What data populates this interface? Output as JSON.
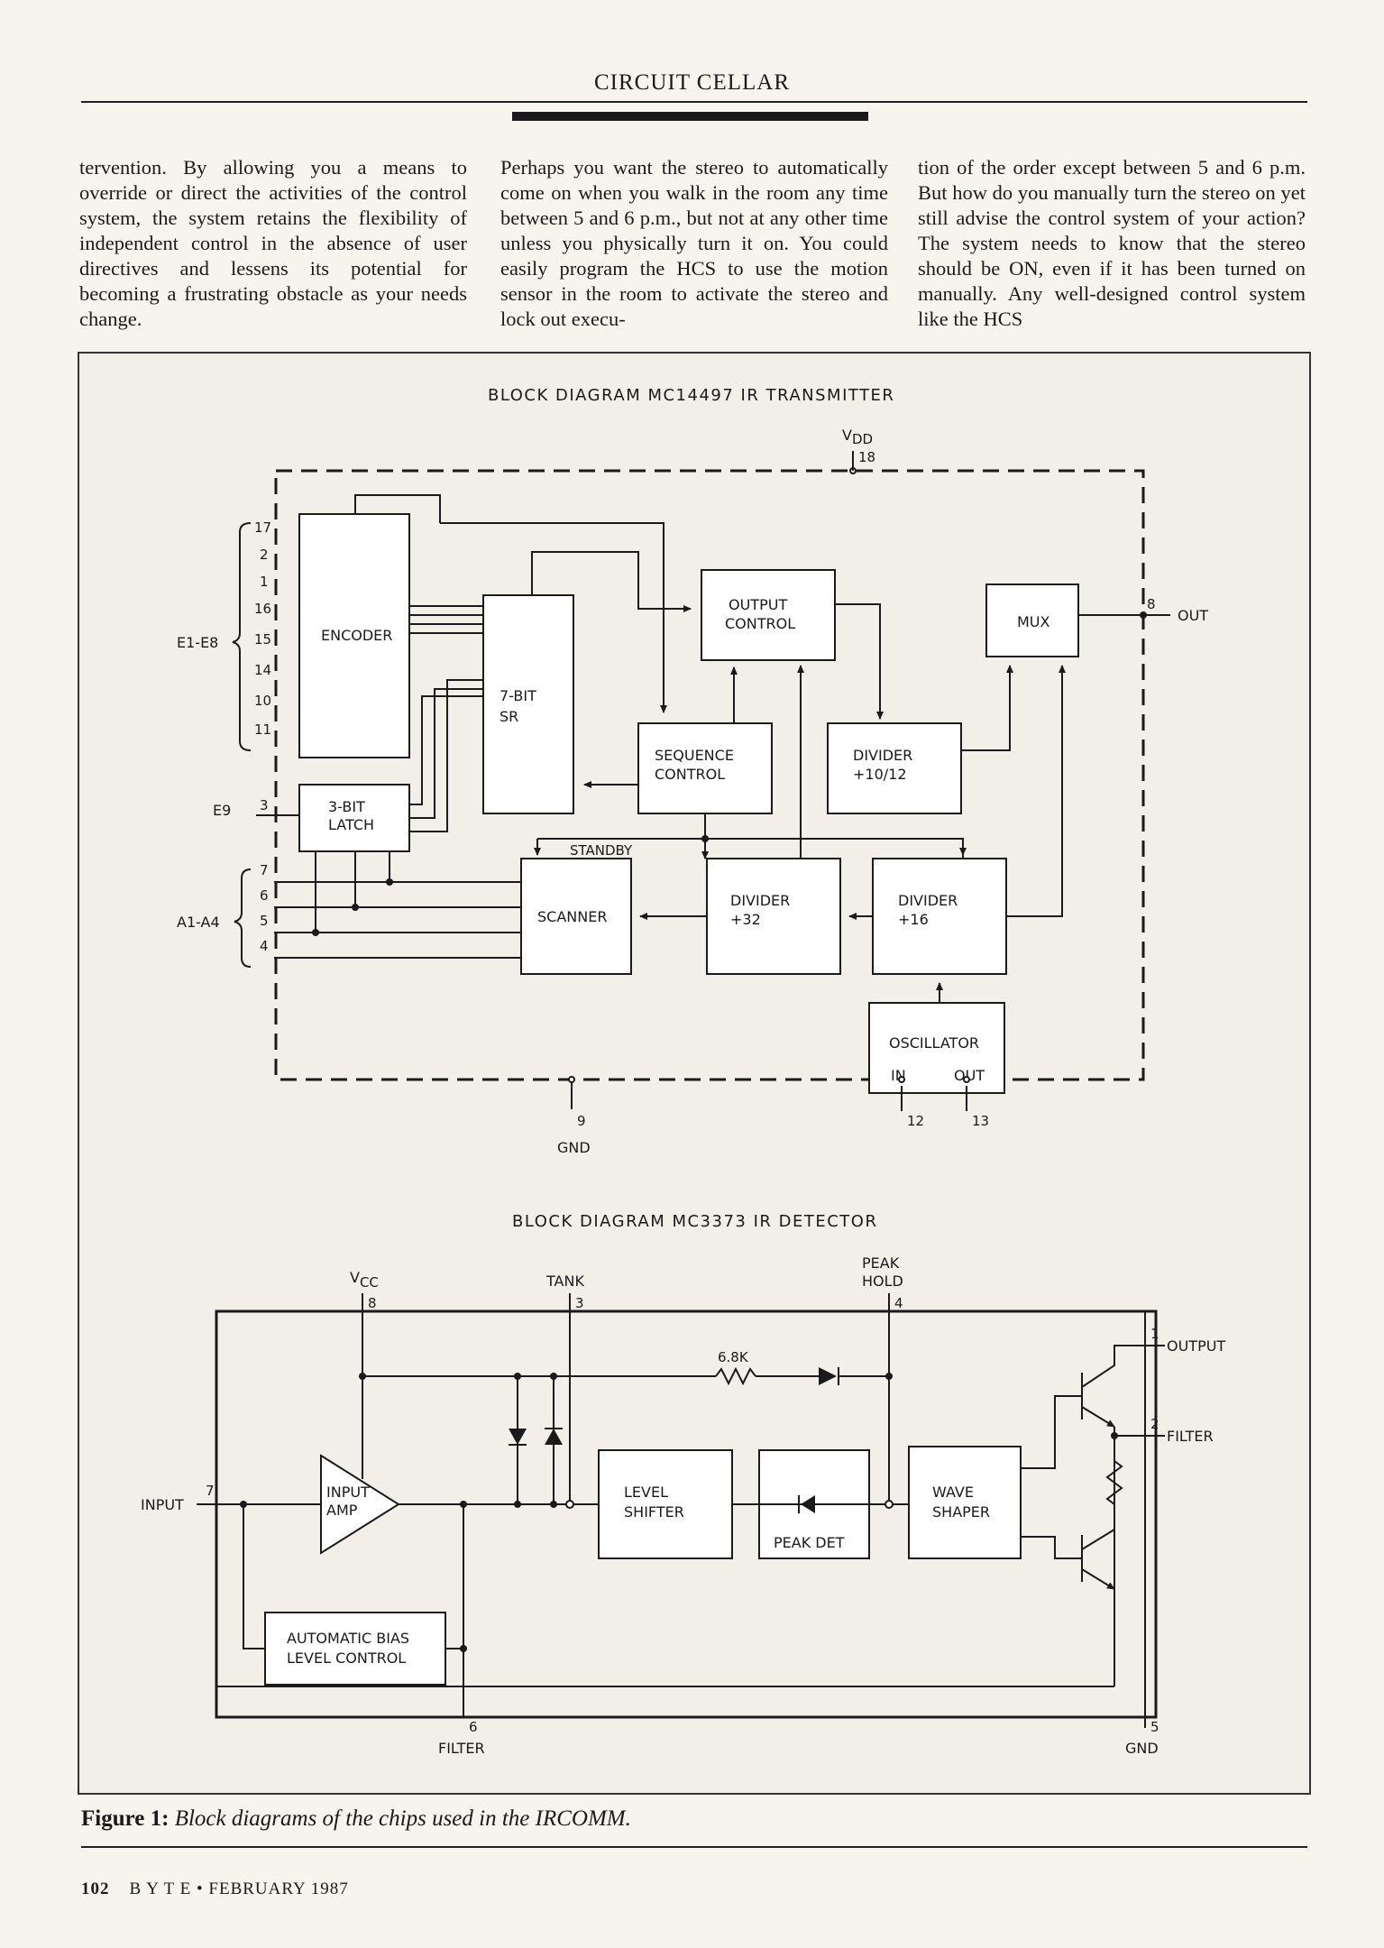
{
  "header": {
    "section_title": "CIRCUIT CELLAR"
  },
  "article": {
    "col1": "tervention. By allowing you a means to override or direct the activities of the control system, the system retains the flexibility of independent control in the absence of user directives and lessens its potential for becoming a frustrating obstacle as your needs change.",
    "col2": "Perhaps you want the stereo to automatically come on when you walk in the room any time between 5 and 6 p.m., but not at any other time unless you physically turn it on. You could easily program the HCS to use the motion sensor in the room to activate the stereo and lock out execu-",
    "col3": "tion of the order except between 5 and 6 p.m. But how do you manually turn the stereo on yet still advise the control system of your action? The system needs to know that the stereo should be ON, even if it has been turned on manually. Any well-designed control system like the HCS"
  },
  "diagram1": {
    "title": "BLOCK DIAGRAM MC14497 IR TRANSMITTER",
    "vdd": "V",
    "vdd_sub": "DD",
    "vdd_pin": "18",
    "blocks": {
      "encoder": "ENCODER",
      "sr_1": "7-BIT",
      "sr_2": "SR",
      "output_control_1": "OUTPUT",
      "output_control_2": "CONTROL",
      "mux": "MUX",
      "sequence_control_1": "SEQUENCE",
      "sequence_control_2": "CONTROL",
      "divider_1012_1": "DIVIDER",
      "divider_1012_2": "+10/12",
      "latch_1": "3-BIT",
      "latch_2": "LATCH",
      "scanner": "SCANNER",
      "divider32_1": "DIVIDER",
      "divider32_2": "+32",
      "divider16_1": "DIVIDER",
      "divider16_2": "+16",
      "oscillator": "OSCILLATOR",
      "osc_in": "IN",
      "osc_out": "OUT"
    },
    "standby": "STANDBY",
    "group_e1e8": "E1-E8",
    "group_e9": "E9",
    "group_a1a4": "A1-A4",
    "pins_e": [
      "17",
      "2",
      "1",
      "16",
      "15",
      "14",
      "10",
      "11"
    ],
    "pin_e9": "3",
    "pins_a": [
      "7",
      "6",
      "5",
      "4"
    ],
    "pin_out": "8",
    "out_label": "OUT",
    "pin_gnd": "9",
    "gnd_label": "GND",
    "pin_osc_in": "12",
    "pin_osc_out": "13"
  },
  "diagram2": {
    "title": "BLOCK DIAGRAM MC3373 IR DETECTOR",
    "vcc": "V",
    "vcc_sub": "CC",
    "vcc_pin": "8",
    "tank": "TANK",
    "tank_pin": "3",
    "peak_hold_1": "PEAK",
    "peak_hold_2": "HOLD",
    "peak_hold_pin": "4",
    "resistor": "6.8K",
    "output_pin": "1",
    "output_label": "OUTPUT",
    "filter_pin": "2",
    "filter_label": "FILTER",
    "input_label": "INPUT",
    "input_pin": "7",
    "amp_1": "INPUT",
    "amp_2": "AMP",
    "level_shifter_1": "LEVEL",
    "level_shifter_2": "SHIFTER",
    "peak_det": "PEAK DET",
    "wave_shaper_1": "WAVE",
    "wave_shaper_2": "SHAPER",
    "bias_1": "AUTOMATIC BIAS",
    "bias_2": "LEVEL CONTROL",
    "filter_pin_bottom": "6",
    "filter_label_bottom": "FILTER",
    "gnd_pin": "5",
    "gnd_label": "GND"
  },
  "caption": {
    "label": "Figure 1:",
    "text": "Block diagrams of the chips used in the IRCOMM."
  },
  "footer": {
    "page_number": "102",
    "publication": "B Y T E • FEBRUARY 1987"
  }
}
